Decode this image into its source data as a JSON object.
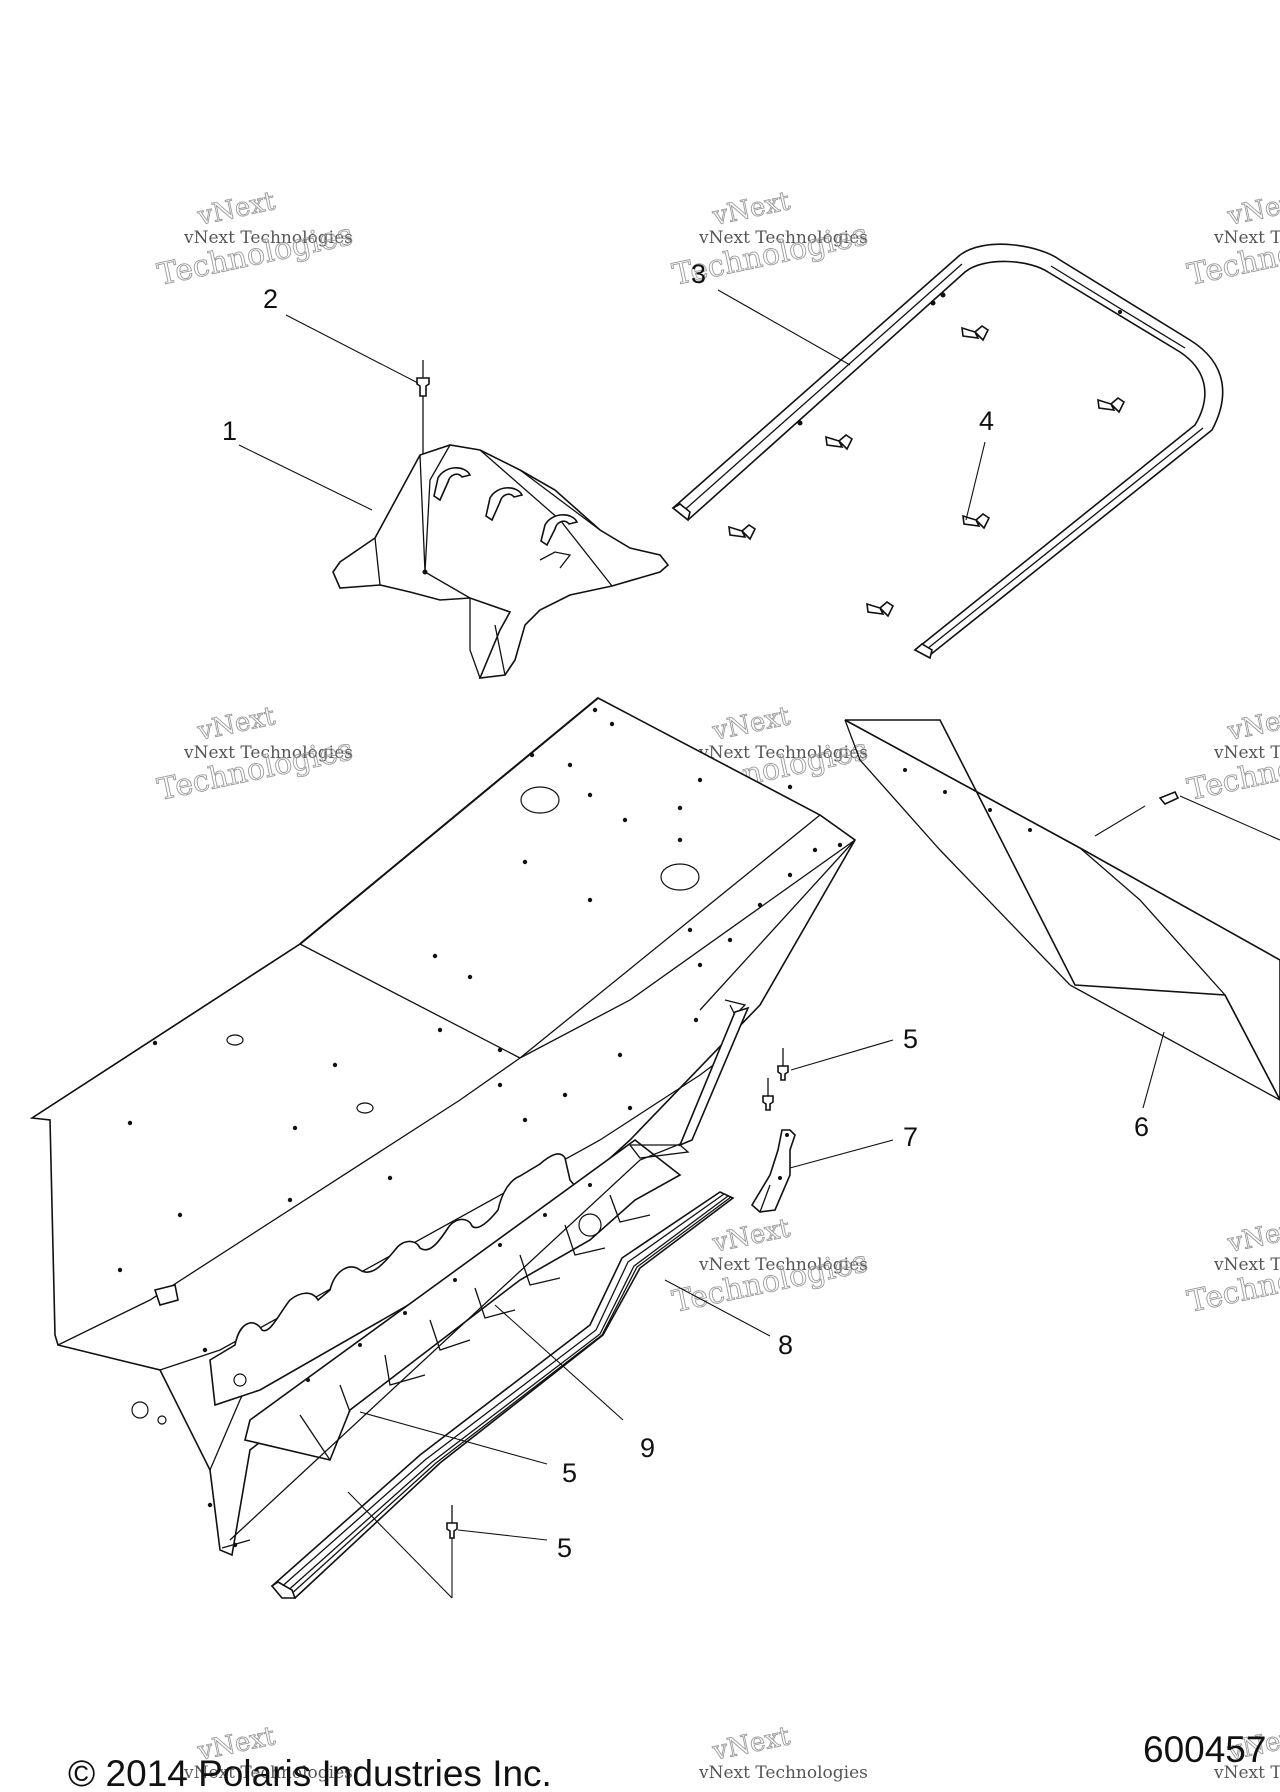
{
  "diagram": {
    "callouts": [
      {
        "id": "c1",
        "label": "1"
      },
      {
        "id": "c2",
        "label": "2"
      },
      {
        "id": "c3",
        "label": "3"
      },
      {
        "id": "c4",
        "label": "4"
      },
      {
        "id": "c5a",
        "label": "5"
      },
      {
        "id": "c5b",
        "label": "5"
      },
      {
        "id": "c5c",
        "label": "5"
      },
      {
        "id": "c6",
        "label": "6"
      },
      {
        "id": "c7",
        "label": "7"
      },
      {
        "id": "c8",
        "label": "8"
      },
      {
        "id": "c9",
        "label": "9"
      }
    ],
    "watermark": {
      "line1": "vNext Technologies",
      "big": "Technologies",
      "small": "vNext"
    }
  },
  "footer": {
    "copyright": "© 2014 Polaris Industries Inc.",
    "figure_number": "600457"
  }
}
